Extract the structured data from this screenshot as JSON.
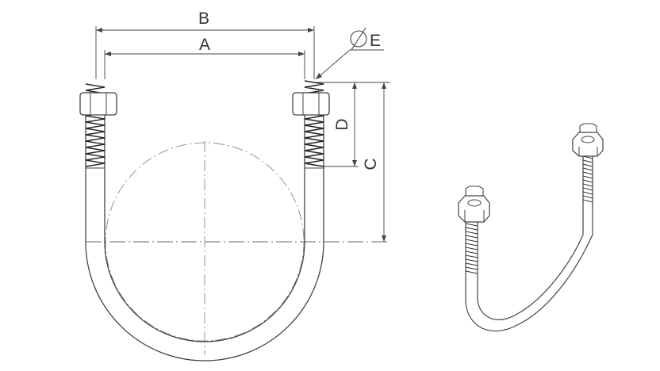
{
  "labels": {
    "b": "B",
    "a": "A",
    "e": "E",
    "d": "D",
    "c": "C"
  },
  "colors": {
    "line": "#444444",
    "text": "#333333",
    "centerline": "#777777",
    "thread": "#222222"
  }
}
